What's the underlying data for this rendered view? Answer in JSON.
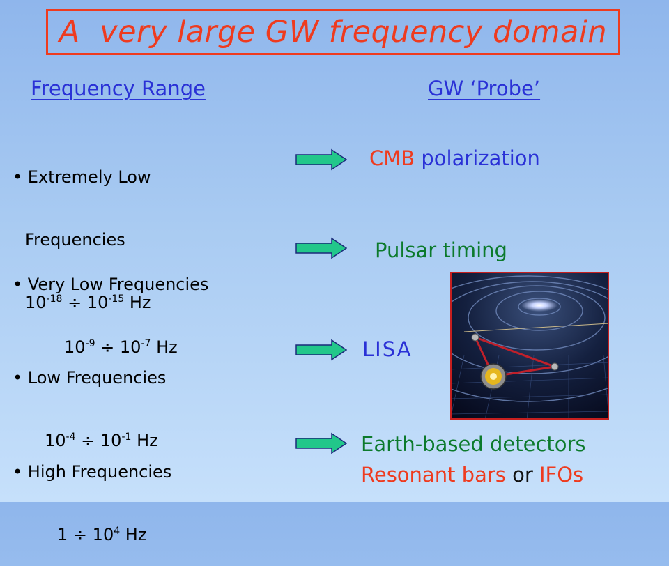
{
  "title": "A  very large GW frequency domain",
  "headers": {
    "frequency_range": "Frequency Range",
    "probe": "GW ‘Probe’"
  },
  "bands": [
    {
      "bullet": "•",
      "name_lines": [
        "Extremely Low",
        "Frequencies"
      ],
      "low_base": "10",
      "low_exp": "-18",
      "sep": "÷",
      "high_base": "10",
      "high_exp": "-15",
      "unit": "Hz"
    },
    {
      "bullet": "•",
      "name": "Very Low Frequencies",
      "low_base": "10",
      "low_exp": "-9",
      "sep": "÷",
      "high_base": "10",
      "high_exp": "-7",
      "unit": "Hz"
    },
    {
      "bullet": "•",
      "name": "Low Frequencies",
      "low_base": "10",
      "low_exp": "-4",
      "sep": "÷",
      "high_base": "10",
      "high_exp": "-1",
      "unit": "Hz"
    },
    {
      "bullet": "•",
      "name": "High Frequencies",
      "low": "1",
      "sep": "÷",
      "high_base": "10",
      "high_exp": "4",
      "unit": "Hz"
    }
  ],
  "probes": {
    "cmb_word": "CMB",
    "cmb_rest": " polarization",
    "pulsar": "Pulsar timing",
    "lisa": "LISA",
    "earth": "Earth-based detectors",
    "resonant": "Resonant bars",
    "or": " or ",
    "ifos": "IFOs"
  },
  "colors": {
    "title": "#ee3b1f",
    "heading": "#2a31d6",
    "arrow_fill": "#22c78a",
    "arrow_stroke": "#1b2a7a",
    "probe_green": "#0c7a2c",
    "probe_blue": "#2a31d6",
    "probe_red": "#ee3b1f",
    "image_border": "#c61f1f"
  },
  "icons": [
    "right-arrow-icon",
    "lisa-spacetime-illustration"
  ]
}
